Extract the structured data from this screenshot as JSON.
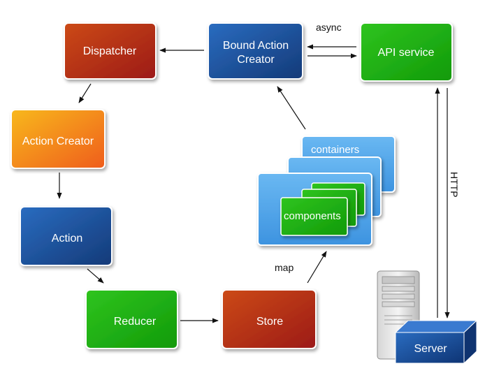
{
  "nodes": {
    "dispatcher": {
      "label": "Dispatcher"
    },
    "bound_action_creator": {
      "line1": "Bound Action",
      "line2": "Creator"
    },
    "api_service": {
      "label": "API service"
    },
    "action_creator": {
      "label": "Action Creator"
    },
    "action": {
      "label": "Action"
    },
    "reducer": {
      "label": "Reducer"
    },
    "store": {
      "label": "Store"
    },
    "containers": {
      "label": "containers"
    },
    "components": {
      "label": "components"
    },
    "server": {
      "label": "Server"
    }
  },
  "edges": {
    "async": "async",
    "map": "map",
    "http": "HTTP"
  },
  "colors": {
    "red": "#b8321a",
    "blue": "#1f5aa0",
    "green": "#22b014",
    "orange": "#f59a1c",
    "light_blue": "#52a8ec"
  },
  "icons": {
    "server": "server-tower-icon"
  }
}
